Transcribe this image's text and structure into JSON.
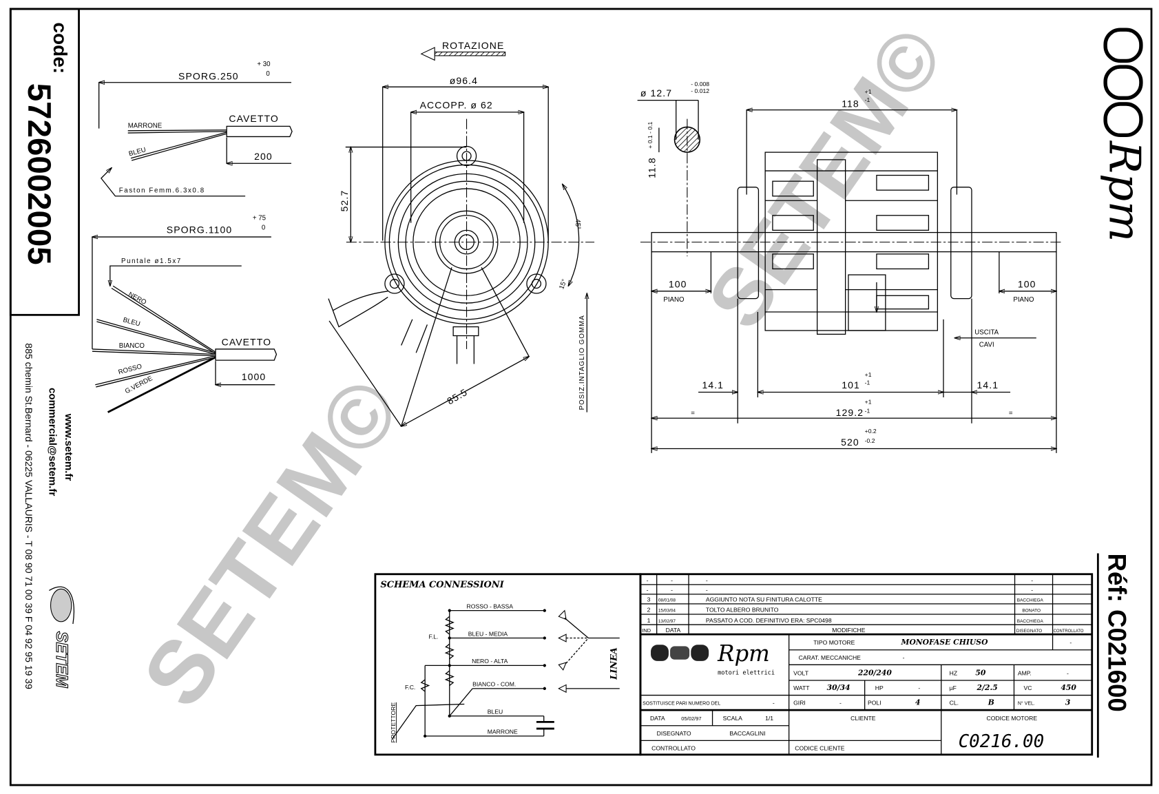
{
  "sidebar": {
    "code_label": "code:",
    "code_value": "5726002005",
    "website": "www.setem.fr",
    "email": "commercial@setem.fr",
    "address": "885 chemin St.Bernard  -  06225 VALLAURIS  -  T 08 90 71 00 39   F 04 92 95 19 39",
    "brand": "SETEM"
  },
  "right_margin": {
    "brand": "Rpm",
    "ref": "Réf:  C021600"
  },
  "watermark": "SETEM©",
  "wiring_2": {
    "sporg": "SPORG.250",
    "tol_plus": "+ 30",
    "tol_minus": "0",
    "wires": [
      "MARRONE",
      "BLEU"
    ],
    "cable": "CAVETTO",
    "cable_len": "200",
    "terminal": "Faston Femm.6.3x0.8"
  },
  "wiring_5": {
    "sporg": "SPORG.1100",
    "tol_plus": "+ 75",
    "tol_minus": "0",
    "terminal": "Puntale ø1.5x7",
    "wires": [
      "NERO",
      "BLEU",
      "BIANCO",
      "ROSSO",
      "G.VERDE"
    ],
    "cable": "CAVETTO",
    "cable_len": "1000"
  },
  "front_view": {
    "rotation": "ROTAZIONE",
    "diameter": "ø96.4",
    "coupling": "ACCOPP.  ø 62",
    "height": "52.7",
    "mount": "85.5",
    "angle_1": "45°",
    "angle_2": "15°",
    "rubber_note": "POSIZ.INTAGLIO GOMMA"
  },
  "side_view": {
    "shaft_dia": "ø 12.7",
    "shaft_tol_1": "- 0.008",
    "shaft_tol_2": "- 0.012",
    "flat": "11.8",
    "flat_tol": "+ 0.1  - 0.1",
    "length_118": "118",
    "tol_p1": "+1",
    "tol_m1": "-1",
    "piano_len": "100",
    "piano": "PIANO",
    "cable_exit_1": "USCITA",
    "cable_exit_2": "CAVI",
    "d_14": "14.1",
    "d_101": "101",
    "d_129": "129.2",
    "equal": "=",
    "d_520": "520",
    "tol_p02": "+0.2",
    "tol_m02": "-0.2"
  },
  "schema": {
    "title": "SCHEMA CONNESSIONI",
    "rows": [
      "ROSSO - BASSA",
      "BLEU - MEDIA",
      "NERO - ALTA",
      "BIANCO - COM."
    ],
    "bleu": "BLEU",
    "marrone": "MARRONE",
    "fl": "F.L.",
    "fc": "F.C.",
    "protector": "PROTETTORE",
    "line": "LINEA"
  },
  "title_block": {
    "revisions": [
      {
        "ind": "-",
        "date": "-",
        "text": "-",
        "drawn": "-",
        "checked": ""
      },
      {
        "ind": "-",
        "date": "-",
        "text": "-",
        "drawn": "-",
        "checked": ""
      },
      {
        "ind": "3",
        "date": "08/01/08",
        "text": "AGGIUNTO NOTA SU FINITURA CALOTTE",
        "drawn": "BACCHIEGA",
        "checked": ""
      },
      {
        "ind": "2",
        "date": "15/03/04",
        "text": "TOLTO ALBERO BRUNITO",
        "drawn": "BONATO",
        "checked": ""
      },
      {
        "ind": "1",
        "date": "13/02/97",
        "text": "PASSATO A COD. DEFINITIVO ERA: SPC0498",
        "drawn": "BACCHIEGA",
        "checked": ""
      }
    ],
    "headers": {
      "ind": "IND",
      "date": "DATA",
      "changes": "MODIFICHE",
      "drawn": "DISEGNATO",
      "checked": "CONTROLLATO"
    },
    "logo_text": "Rpm",
    "logo_sub": "motori elettrici",
    "motor_type_label": "TIPO MOTORE",
    "motor_type": "MONOFASE CHIUSO",
    "motor_type_extra": "-",
    "mech_label": "CARAT. MECCANICHE",
    "mech": "-",
    "volt_label": "VOLT",
    "volt": "220/240",
    "hz_label": "HZ",
    "hz": "50",
    "amp_label": "AMP.",
    "amp": "-",
    "watt_label": "WATT",
    "watt": "30/34",
    "hp_label": "HP",
    "hp": "-",
    "uf_label": "µF",
    "uf": "2/2.5",
    "vc_label": "VC",
    "vc": "450",
    "replaces_label": "SOSTITUISCE PARI NUMERO DEL",
    "replaces": "-",
    "giri_label": "GIRI",
    "giri": "-",
    "poli_label": "POLI",
    "poli": "4",
    "cl_label": "CL.",
    "cl": "B",
    "vel_label": "N° VEL.",
    "vel": "3",
    "date_label": "DATA",
    "date": "05/02/97",
    "scale_label": "SCALA",
    "scale": "1/1",
    "drawn_label": "DISEGNATO",
    "drawn": "BACCAGLINI",
    "checked_label": "CONTROLLATO",
    "client_label": "CLIENTE",
    "client_code_label": "CODICE CLIENTE",
    "motor_code_label": "CODICE MOTORE",
    "motor_code": "C0216.00"
  }
}
